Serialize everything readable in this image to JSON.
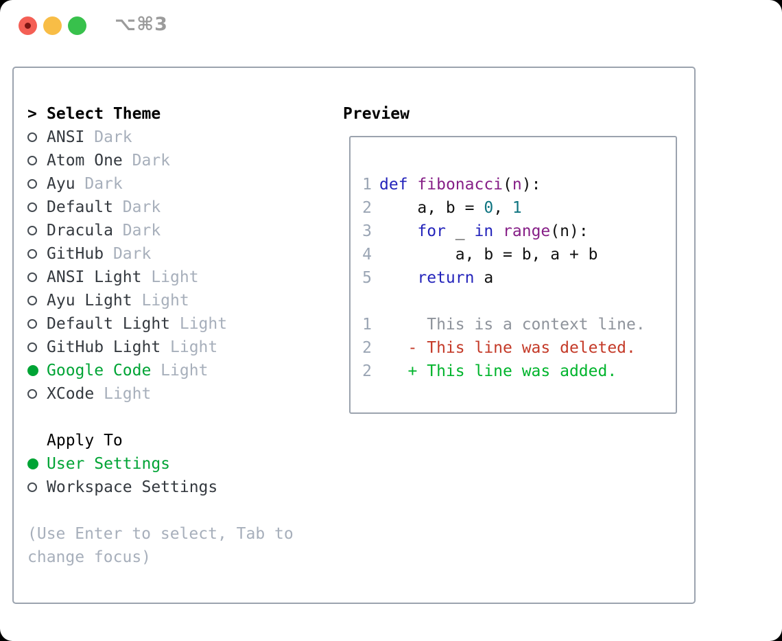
{
  "titlebar": {
    "shortcut": "⌥⌘3",
    "buttons": [
      "close",
      "minimize",
      "zoom"
    ]
  },
  "theme_picker": {
    "prompt": ">",
    "header": "Select Theme",
    "items": [
      {
        "name": "ANSI",
        "variant": "Dark",
        "selected": false
      },
      {
        "name": "Atom One",
        "variant": "Dark",
        "selected": false
      },
      {
        "name": "Ayu",
        "variant": "Dark",
        "selected": false
      },
      {
        "name": "Default",
        "variant": "Dark",
        "selected": false
      },
      {
        "name": "Dracula",
        "variant": "Dark",
        "selected": false
      },
      {
        "name": "GitHub",
        "variant": "Dark",
        "selected": false
      },
      {
        "name": "ANSI Light",
        "variant": "Light",
        "selected": false
      },
      {
        "name": "Ayu Light",
        "variant": "Light",
        "selected": false
      },
      {
        "name": "Default Light",
        "variant": "Light",
        "selected": false
      },
      {
        "name": "GitHub Light",
        "variant": "Light",
        "selected": false
      },
      {
        "name": "Google Code",
        "variant": "Light",
        "selected": true
      },
      {
        "name": "XCode",
        "variant": "Light",
        "selected": false
      }
    ],
    "apply_to": {
      "header": "Apply To",
      "options": [
        {
          "name": "User Settings",
          "selected": true
        },
        {
          "name": "Workspace Settings",
          "selected": false
        }
      ]
    },
    "hint_line1": "(Use Enter to select, Tab to",
    "hint_line2": "change focus)"
  },
  "preview": {
    "title": "Preview",
    "code_lines": [
      {
        "num": "1",
        "kind": "code",
        "tokens": [
          {
            "t": "def",
            "c": "kwd"
          },
          {
            "t": " ",
            "c": "pln"
          },
          {
            "t": "fibonacci",
            "c": "typ"
          },
          {
            "t": "(",
            "c": "pln"
          },
          {
            "t": "n",
            "c": "typ"
          },
          {
            "t": "):",
            "c": "pln"
          }
        ]
      },
      {
        "num": "2",
        "kind": "code",
        "tokens": [
          {
            "t": "    a, b = ",
            "c": "pln"
          },
          {
            "t": "0",
            "c": "lit"
          },
          {
            "t": ", ",
            "c": "pln"
          },
          {
            "t": "1",
            "c": "lit"
          }
        ]
      },
      {
        "num": "3",
        "kind": "code",
        "tokens": [
          {
            "t": "    ",
            "c": "pln"
          },
          {
            "t": "for",
            "c": "kwd"
          },
          {
            "t": " _ ",
            "c": "pln"
          },
          {
            "t": "in",
            "c": "kwd"
          },
          {
            "t": " ",
            "c": "pln"
          },
          {
            "t": "range",
            "c": "typ"
          },
          {
            "t": "(n):",
            "c": "pln"
          }
        ]
      },
      {
        "num": "4",
        "kind": "code",
        "tokens": [
          {
            "t": "        a, b = b, a + b",
            "c": "pln"
          }
        ]
      },
      {
        "num": "5",
        "kind": "code",
        "tokens": [
          {
            "t": "    ",
            "c": "pln"
          },
          {
            "t": "return",
            "c": "kwd"
          },
          {
            "t": " a",
            "c": "pln"
          }
        ]
      },
      {
        "num": "",
        "kind": "blank",
        "tokens": []
      },
      {
        "num": "1",
        "kind": "diff-context",
        "tokens": [
          {
            "t": "     This is a context line.",
            "c": "ctx"
          }
        ]
      },
      {
        "num": "2",
        "kind": "diff-deleted",
        "tokens": [
          {
            "t": "   - This line was deleted.",
            "c": "del"
          }
        ]
      },
      {
        "num": "2",
        "kind": "diff-added",
        "tokens": [
          {
            "t": "   + This line was added.",
            "c": "add"
          }
        ]
      }
    ]
  },
  "colors": {
    "accent-green": "#00a435",
    "diff-added": "#00b42c",
    "diff-removed": "#c43a28",
    "diff-context": "#8e939b",
    "code-keyword": "#2424bb",
    "code-function": "#861f87",
    "code-literal": "#0e7480",
    "code-plain": "#111111",
    "line-number": "#9aa5b4",
    "muted": "#a7afbb",
    "text": "#34393f",
    "border": "#9ba3ae",
    "traffic-red": "#f45f55",
    "traffic-red-dot": "#7d1613",
    "traffic-yellow": "#f8bd46",
    "traffic-green": "#38c14c",
    "shortcut-gray": "#9b9b9b"
  }
}
